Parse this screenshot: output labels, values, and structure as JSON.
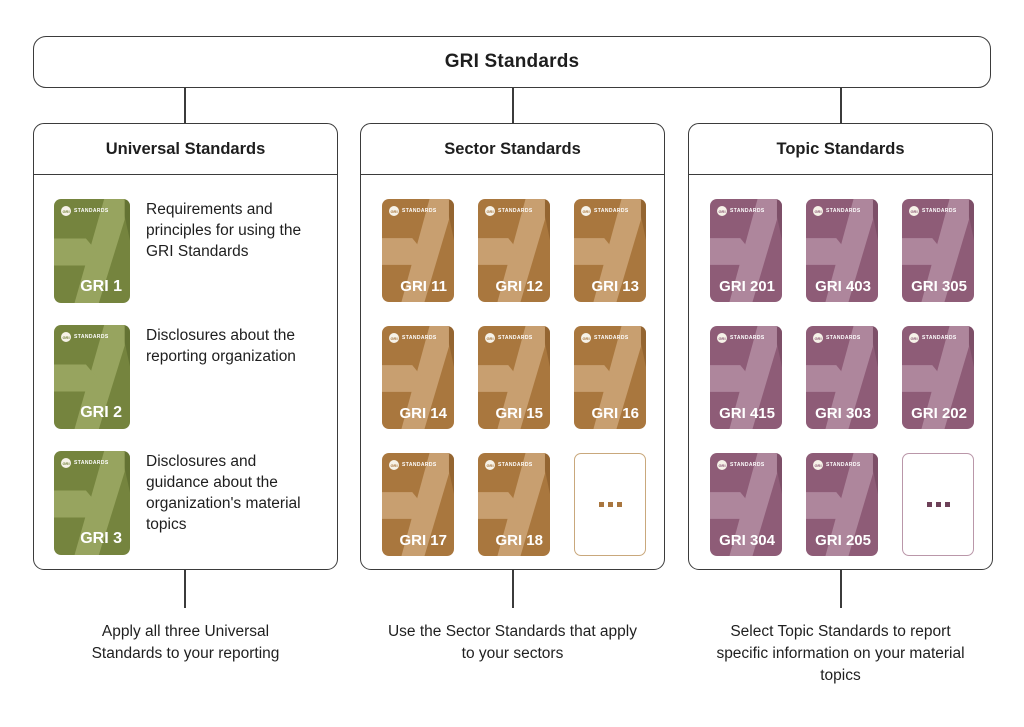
{
  "title": "GRI Standards",
  "card_logo": {
    "circle": "GRI",
    "word": "STANDARDS"
  },
  "sections": [
    {
      "id": "universal",
      "title": "Universal Standards",
      "caption": "Apply all three Universal Standards to your reporting",
      "cards": [
        {
          "label": "GRI 1",
          "description": "Requirements and principles for using the GRI Standards"
        },
        {
          "label": "GRI 2",
          "description": "Disclosures about the reporting organization"
        },
        {
          "label": "GRI 3",
          "description": "Disclosures and guidance about the organization's material topics"
        }
      ]
    },
    {
      "id": "sector",
      "title": "Sector Standards",
      "caption": "Use the Sector Standards that apply to your sectors",
      "cards": [
        {
          "label": "GRI 11"
        },
        {
          "label": "GRI 12"
        },
        {
          "label": "GRI 13"
        },
        {
          "label": "GRI 14"
        },
        {
          "label": "GRI 15"
        },
        {
          "label": "GRI 16"
        },
        {
          "label": "GRI 17"
        },
        {
          "label": "GRI 18"
        }
      ],
      "more_indicator": "..."
    },
    {
      "id": "topic",
      "title": "Topic Standards",
      "caption": "Select Topic Standards to report specific information on your material topics",
      "cards": [
        {
          "label": "GRI 201"
        },
        {
          "label": "GRI 403"
        },
        {
          "label": "GRI 305"
        },
        {
          "label": "GRI 415"
        },
        {
          "label": "GRI 303"
        },
        {
          "label": "GRI 202"
        },
        {
          "label": "GRI 304"
        },
        {
          "label": "GRI 205"
        }
      ],
      "more_indicator": "..."
    }
  ],
  "colors": {
    "universal_base": "#75843E",
    "universal_light": "#97A45F",
    "universal_dark": "#5F6E30",
    "sector_base": "#A9773E",
    "sector_light": "#C89F70",
    "sector_dark": "#8E5F2D",
    "topic_base": "#8E5C77",
    "topic_light": "#AE869C",
    "topic_dark": "#774B63",
    "sector_more_border": "#C9A87C",
    "sector_more_dots": "#A9763F",
    "topic_more_border": "#BA97A9",
    "topic_more_dots": "#6D4058",
    "outline": "#3B3B3B"
  }
}
